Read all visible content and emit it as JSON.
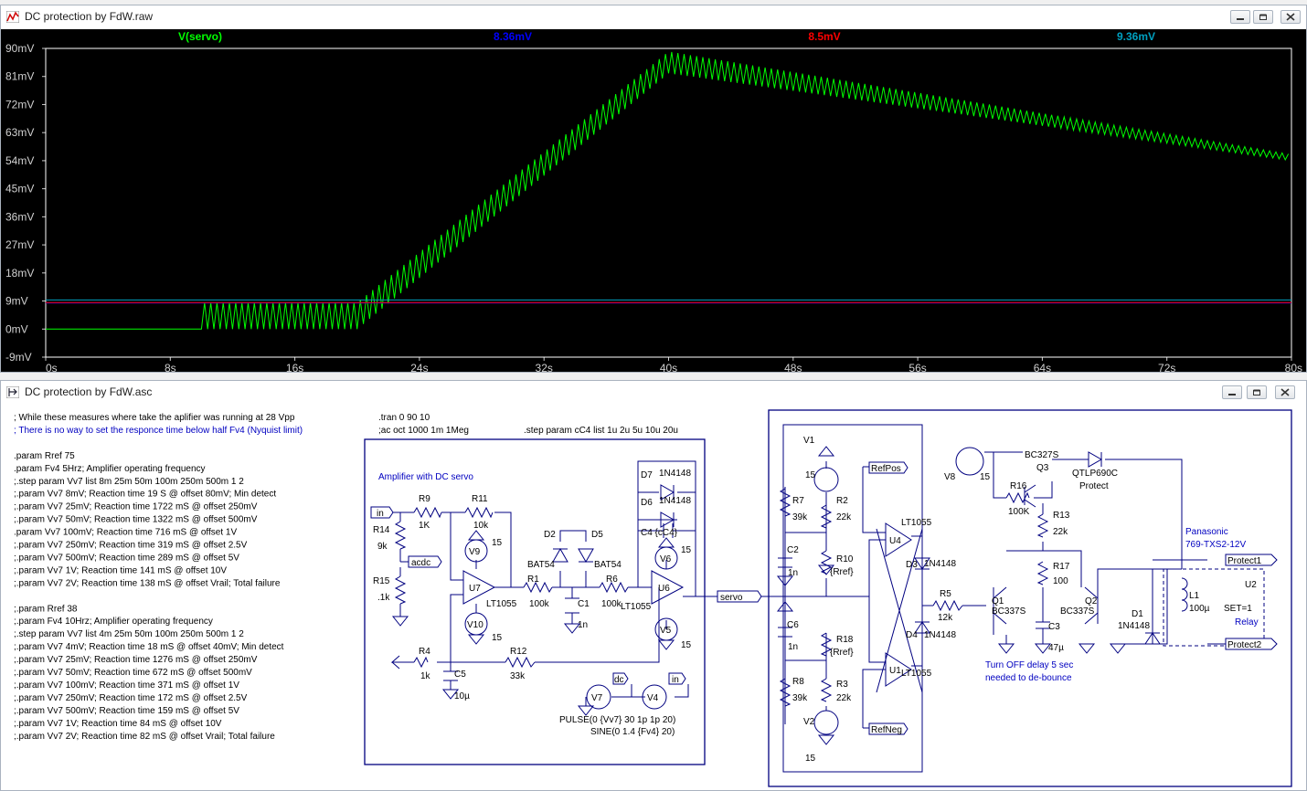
{
  "plot_window": {
    "title": "DC protection by FdW.raw",
    "traces": [
      {
        "label": "V(servo)",
        "color": "#00ff00"
      },
      {
        "label": "8.36mV",
        "color": "#0000ff"
      },
      {
        "label": "8.5mV",
        "color": "#ff0000"
      },
      {
        "label": "9.36mV",
        "color": "#00a0c0"
      }
    ],
    "y_ticks": [
      "90mV",
      "81mV",
      "72mV",
      "63mV",
      "54mV",
      "45mV",
      "36mV",
      "27mV",
      "18mV",
      "9mV",
      "0mV",
      "-9mV"
    ],
    "x_ticks": [
      "0s",
      "8s",
      "16s",
      "24s",
      "32s",
      "40s",
      "48s",
      "56s",
      "64s",
      "72s",
      "80s"
    ]
  },
  "chart_data": {
    "type": "line",
    "title": "",
    "xlabel": "",
    "ylabel": "",
    "xlim": [
      0,
      80
    ],
    "ylim": [
      -9,
      90
    ],
    "x_unit": "s",
    "y_unit": "mV",
    "series": [
      {
        "name": "V(servo)",
        "color": "#00ff00",
        "envelope_x": [
          0,
          10,
          10.1,
          20,
          40,
          80
        ],
        "upper": [
          0,
          0,
          8.5,
          8.5,
          89,
          56
        ],
        "lower": [
          0,
          0,
          0,
          0,
          82,
          54
        ]
      },
      {
        "name": "8.36mV",
        "color": "#0000ff",
        "x": [
          0,
          80
        ],
        "y": [
          8.36,
          8.36
        ]
      },
      {
        "name": "8.5mV",
        "color": "#ff0000",
        "x": [
          0,
          80
        ],
        "y": [
          8.5,
          8.5
        ]
      },
      {
        "name": "9.36mV",
        "color": "#00a0c0",
        "x": [
          0,
          80
        ],
        "y": [
          9.36,
          9.36
        ]
      }
    ]
  },
  "schematic_window": {
    "title": "DC protection by FdW.asc",
    "notes_left": [
      "; While these measures where take the aplifier was running at 28 Vpp",
      "; There is no way to set the responce time below half Fv4 (Nyquist limit)",
      "",
      ".param Rref 75",
      ".param Fv4 5Hrz; Amplifier operating frequency",
      ";.step param Vv7 list 8m 25m 50m 100m 250m 500m 1 2",
      ";.param Vv7 8mV; Reaction time 19 S @ offset 80mV; Min detect",
      ";.param Vv7 25mV; Reaction time 1722 mS @ offset 250mV",
      ";.param Vv7 50mV; Reaction time 1322 mS @ offset 500mV",
      ".param Vv7 100mV; Reaction time 716 mS @ offset 1V",
      ";.param Vv7 250mV; Reaction time 319 mS @ offset 2.5V",
      ";.param Vv7 500mV; Reaction time 289 mS @ offset 5V",
      ";.param Vv7 1V; Reaction time 141 mS @ offset 10V",
      ";.param Vv7 2V; Reaction time 138 mS @ offset Vrail; Total failure",
      "",
      ";.param Rref 38",
      ";.param Fv4 10Hrz; Amplifier operating frequency",
      ";.step param Vv7 list 4m 25m 50m 100m 250m 500m 1 2",
      ";.param Vv7 4mV; Reaction time 18 mS @ offset 40mV; Min detect",
      ";.param Vv7 25mV; Reaction time 1276 mS @ offset 250mV",
      ";.param Vv7 50mV; Reaction time 672 mS @ offset 500mV",
      ";.param Vv7 100mV; Reaction time 371 mS @ offset 1V",
      ";.param Vv7 250mV; Reaction time 172 mS @ offset 2.5V",
      ";.param Vv7 500mV; Reaction time 159 mS @ offset 5V",
      ";.param Vv7 1V; Reaction time 84 mS @ offset 10V",
      ";.param Vv7 2V; Reaction time 82 mS @ offset Vrail; Total failure"
    ],
    "directives": {
      "tran": ".tran 0 90 10",
      "ac": ";ac oct 1000 1m 1Meg",
      "step": ".step param cC4 list 1u 2u 5u 10u 20u"
    },
    "block_labels": {
      "amplifier": "Amplifier with DC servo",
      "turn_off_1": "Turn OFF delay 5 sec",
      "turn_off_2": "needed to de-bounce",
      "panasonic": "Panasonic",
      "relay_part": "769-TXS2-12V"
    },
    "net_labels": {
      "in": "in",
      "acdc": "acdc",
      "servo": "servo",
      "dc": "dc",
      "in2": "in",
      "refpos": "RefPos",
      "refneg": "RefNeg",
      "protect1": "Protect1",
      "protect2": "Protect2"
    },
    "components": {
      "r9": "R9",
      "r9v": "1K",
      "r11": "R11",
      "r11v": "10k",
      "r14": "R14",
      "r14v": "9k",
      "r15": "R15",
      "r15v": ".1k",
      "r4": "R4",
      "r4v": "1k",
      "r12": "R12",
      "r12v": "33k",
      "c5": "C5",
      "c5v": "10µ",
      "v9": "V9",
      "v9v": "15",
      "v10": "V10",
      "v10v": "15",
      "u7": "U7",
      "u7v": "LT1055",
      "d2": "D2",
      "d5": "D5",
      "d2v": "BAT54",
      "d5v": "BAT54",
      "r1": "R1",
      "r1v": "100k",
      "c1": "C1",
      "c1v": "1n",
      "r6": "R6",
      "r6v": "100k",
      "d7": "D7",
      "d7v": "1N4148",
      "d6": "D6",
      "d6v": "1N4148",
      "c4": "C4 {cC4}",
      "v6": "V6",
      "v6v": "15",
      "v5": "V5",
      "v5v": "15",
      "u6": "U6",
      "u6v": "LT1055",
      "v7": "V7",
      "v7v": "PULSE(0 {Vv7} 30 1p 1p 20)",
      "v4": "V4",
      "v4v": "SINE(0 1.4 {Fv4} 20)",
      "v1": "V1",
      "v1v": "15",
      "v2": "V2",
      "v2v": "15",
      "r7": "R7",
      "r7v": "39k",
      "r8": "R8",
      "r8v": "39k",
      "c2": "C2",
      "c2v": "1n",
      "c6": "C6",
      "c6v": "1n",
      "r2": "R2",
      "r2v": "22k",
      "r3": "R3",
      "r3v": "22k",
      "r10": "R10",
      "r10v": "{Rref}",
      "r18": "R18",
      "r18v": "{Rref}",
      "u4": "U4",
      "u4v": "LT1055",
      "u1": "U1",
      "u1v": "LT1055",
      "d3": "D3",
      "d3v": "1N4148",
      "d4": "D4",
      "d4v": "1N4148",
      "r5": "R5",
      "r5v": "12k",
      "v8": "V8",
      "v8v": "15",
      "r16": "R16",
      "r16v": "100K",
      "q3": "Q3",
      "q3v": "BC327S",
      "r13": "R13",
      "r13v": "22k",
      "r17": "R17",
      "r17v": "100",
      "q1": "Q1",
      "q1v": "BC337S",
      "q2": "Q2",
      "q2v": "BC337S",
      "c3": "C3",
      "c3v": "47µ",
      "u3": "QTLP690C",
      "u3v": "Protect",
      "d1": "D1",
      "d1v": "1N4148",
      "l1": "L1",
      "l1v": "100µ",
      "u2": "U2",
      "u2v": "SET=1",
      "relay": "Relay"
    }
  }
}
